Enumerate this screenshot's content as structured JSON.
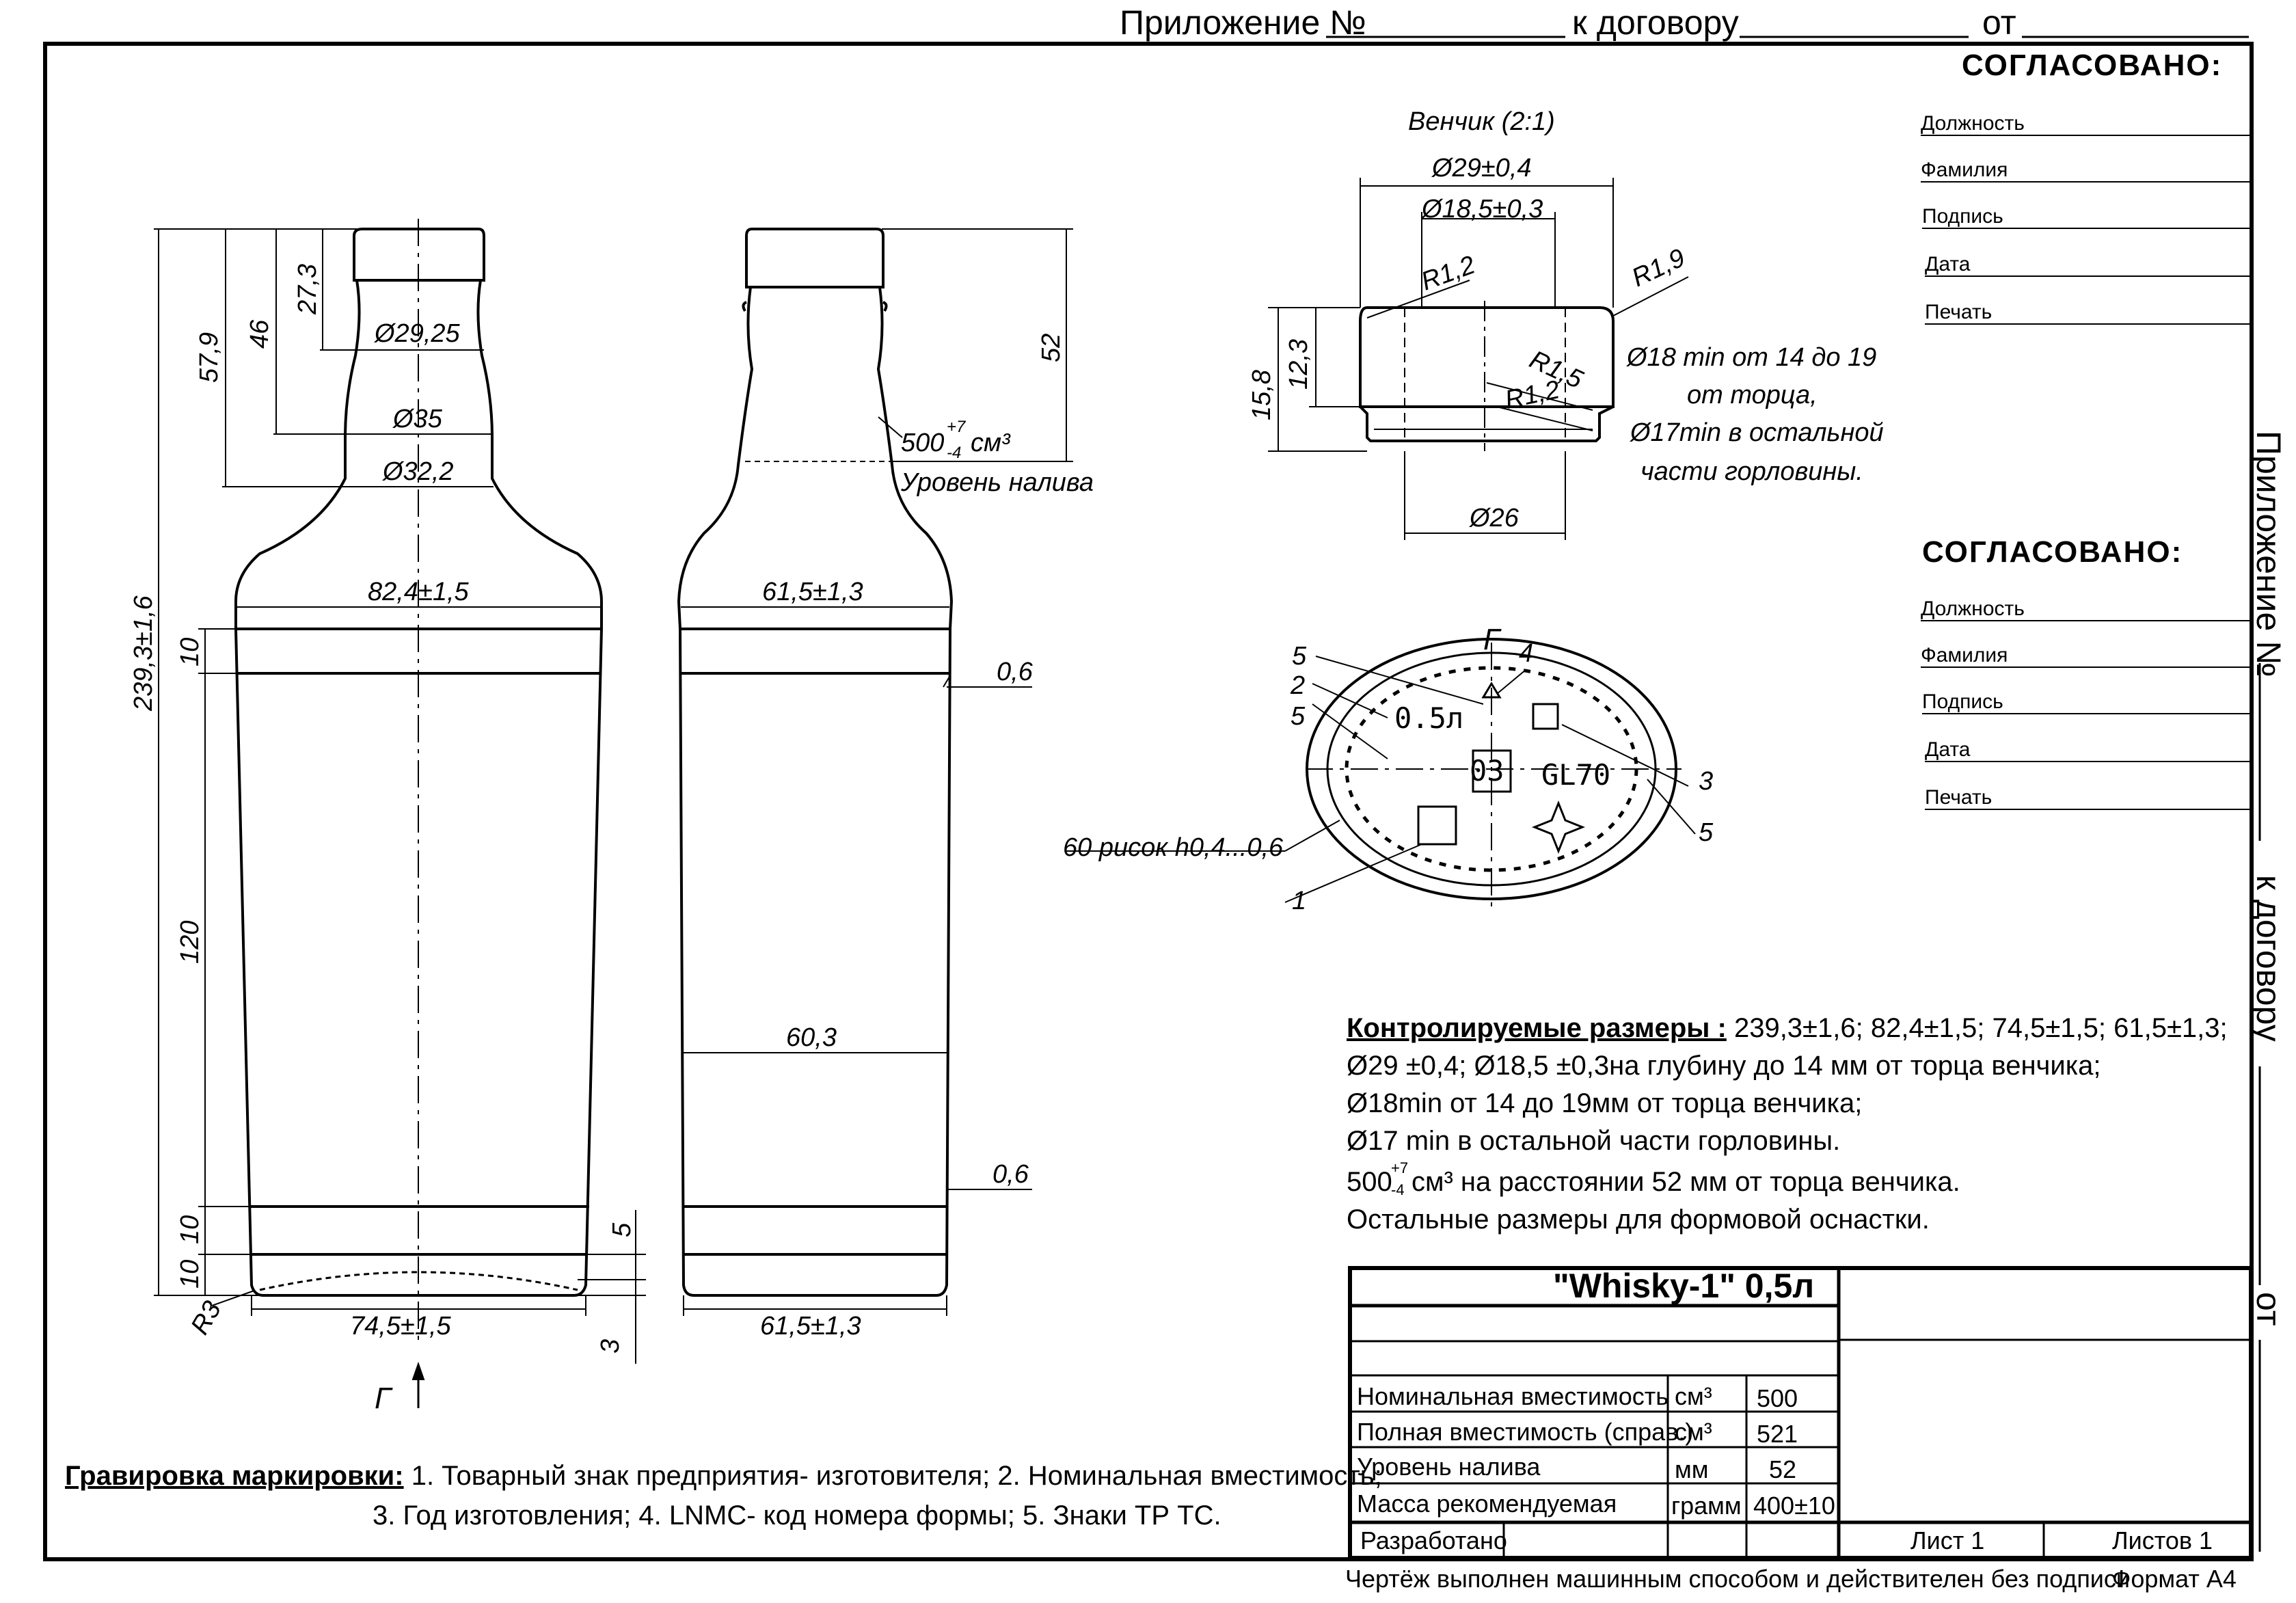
{
  "header": {
    "appendix": "Приложение №",
    "to_contract": "к  договору",
    "from": "от"
  },
  "side_header": {
    "appendix": "Приложение №",
    "to_contract": "к  договору",
    "from": "от"
  },
  "approval_blocks": [
    {
      "title": "СОГЛАСОВАНО:",
      "fields": [
        "Должность",
        "Фамилия",
        "Подпись",
        "Дата",
        "Печать"
      ]
    },
    {
      "title": "СОГЛАСОВАНО:",
      "fields": [
        "Должность",
        "Фамилия",
        "Подпись",
        "Дата",
        "Печать"
      ]
    }
  ],
  "front_view": {
    "dims": {
      "total_height": "239,3±1,6",
      "h57": "57,9",
      "h46": "46",
      "h27": "27,3",
      "d2925": "Ø29,25",
      "d35": "Ø35",
      "d322": "Ø32,2",
      "w824": "82,4±1,5",
      "h10a": "10",
      "h120": "120",
      "h10b": "10",
      "h10c": "10",
      "h5": "5",
      "h3": "3",
      "r3": "R3",
      "w745": "74,5±1,5"
    },
    "section_mark": "Г"
  },
  "side_view": {
    "dims": {
      "h52": "52",
      "fill_volume": "500",
      "fill_tol_up": "+7",
      "fill_tol_dn": "-4",
      "fill_unit": "см³",
      "fill_level": "Уровень налива",
      "w615top": "61,5±1,3",
      "t06a": "0,6",
      "w603": "60,3",
      "t06b": "0,6",
      "w615bot": "61,5±1,3"
    }
  },
  "finish_detail": {
    "title": "Венчик (2:1)",
    "d29": "Ø29±0,4",
    "d185": "Ø18,5±0,3",
    "r12a": "R1,2",
    "r19": "R1,9",
    "h158": "15,8",
    "h123": "12,3",
    "r15": "R1,5",
    "r12b": "R1,2",
    "d26": "Ø26",
    "note": [
      "Ø18 min от 14 до 19",
      "от торца,",
      "Ø17min в остальной",
      "части горловины."
    ]
  },
  "bottom_view": {
    "section_mark": "Г",
    "callouts": [
      "5",
      "2",
      "5",
      "4",
      "3",
      "5",
      "1"
    ],
    "stipple_note": "60 рисок h0,4...0,6",
    "emboss_volume": "0.5л",
    "emboss_code": "GL70",
    "emboss_year": "03"
  },
  "controlled": {
    "heading": "Контролируемые размеры :",
    "lines": [
      " 239,3±1,6; 82,4±1,5; 74,5±1,5; 61,5±1,3;",
      "Ø29 ±0,4; Ø18,5 ±0,3на глубину до 14 мм от торца венчика;",
      "Ø18min от 14 до 19мм от торца венчика;",
      "Ø17 min в остальной части горловины.",
      "см³ на расстоянии 52 мм от торца венчика.",
      "Остальные размеры для формовой оснастки."
    ],
    "vol": "500",
    "vol_up": "+7",
    "vol_dn": "-4"
  },
  "engraving": {
    "heading": "Гравировка маркировки:",
    "line1": " 1. Товарный знак предприятия- изготовителя;  2. Номинальная вместимость;",
    "line2": "3.  Год изготовления;  4. LNMC- код номера формы;  5. Знаки ТР ТС."
  },
  "title_block": {
    "name": "\"Whisky-1\"  0,5л",
    "rows": [
      {
        "label": "Номинальная вместимость",
        "unit": "см³",
        "value": "500"
      },
      {
        "label": "Полная вместимость (справ.)",
        "unit": "см³",
        "value": "521"
      },
      {
        "label": "Уровень налива",
        "unit": "мм",
        "value": "52"
      },
      {
        "label": "Масса рекомендуемая",
        "unit": "грамм",
        "value": "400±10"
      }
    ],
    "developed": "Разработано",
    "sheet": "Лист 1",
    "sheets": "Листов 1",
    "footer": "Чертёж выполнен машинным способом и действителен без подписи",
    "format": "Формат А4"
  }
}
